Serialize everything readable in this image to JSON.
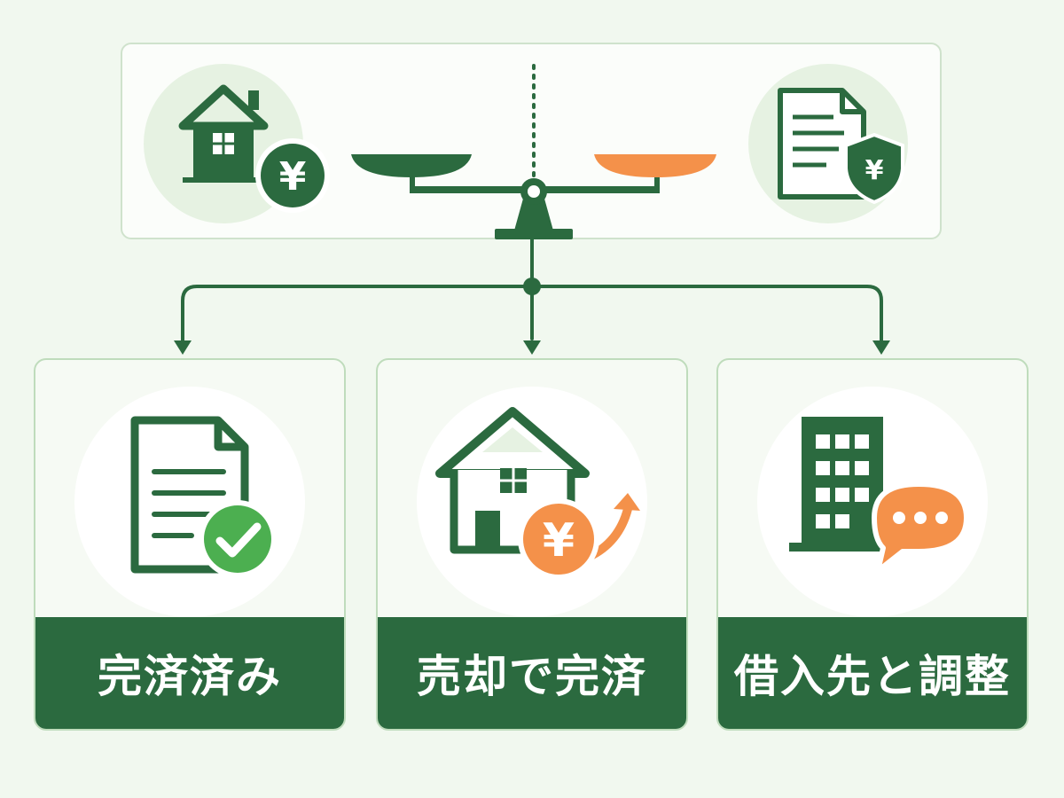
{
  "colors": {
    "background": "#f1f8ef",
    "primary_green": "#2b6a3f",
    "accent_orange": "#f4914a",
    "check_green": "#4caf50",
    "disc_light": "#e6f2e2"
  },
  "top_panel": {
    "left_icon": "house-with-yen-coin-icon",
    "scale": "balance-scale-icon",
    "right_icon": "document-with-yen-shield-icon"
  },
  "options": [
    {
      "id": "paid-off",
      "label": "完済済み",
      "icon": "document-check-icon"
    },
    {
      "id": "sell-to-repay",
      "label": "売却で完済",
      "icon": "house-yen-up-arrow-icon"
    },
    {
      "id": "negotiate-lender",
      "label": "借入先と調整",
      "icon": "building-speech-bubble-icon"
    }
  ]
}
